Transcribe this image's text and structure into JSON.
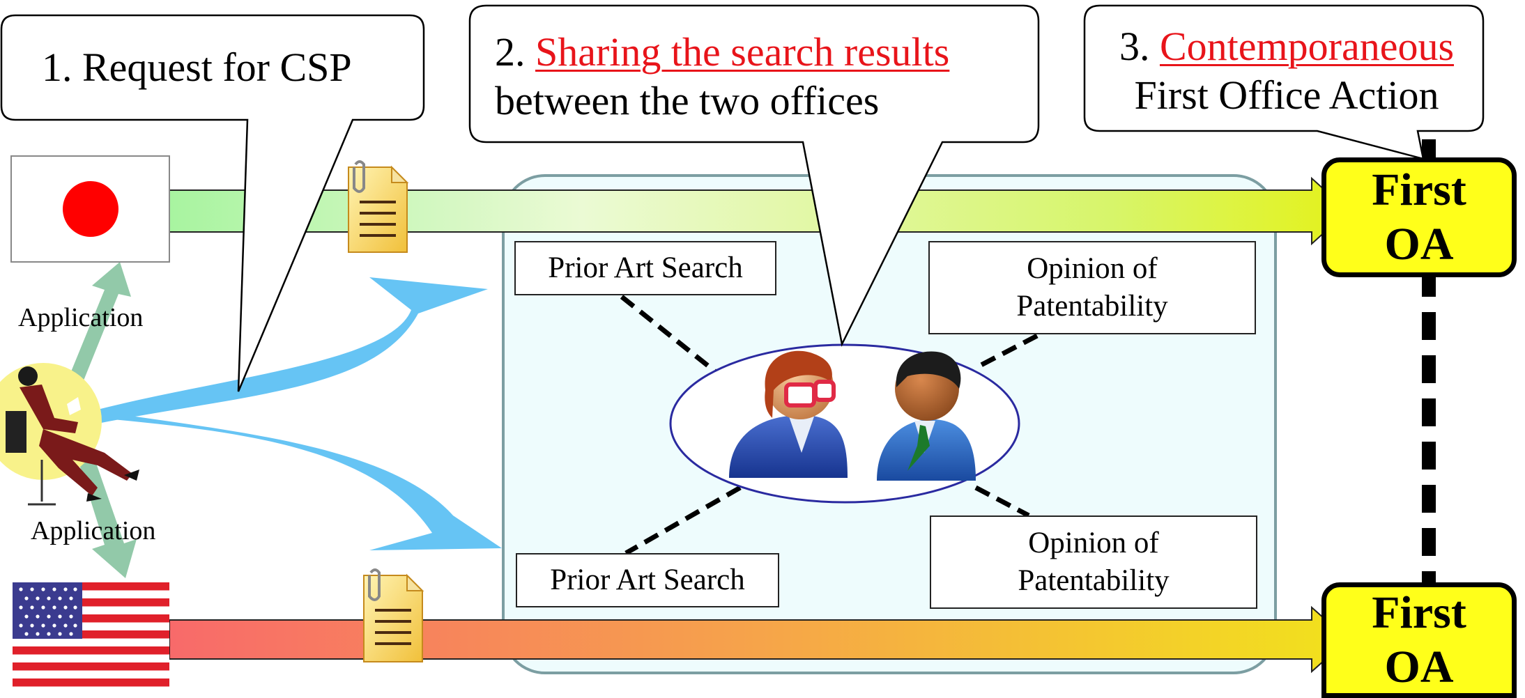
{
  "callouts": {
    "request": {
      "text": "1. Request for CSP"
    },
    "sharing": {
      "prefix": "2. ",
      "highlight": "Sharing the search results",
      "line2": "between the two offices"
    },
    "contemporaneous": {
      "prefix": "3. ",
      "highlight": "Contemporaneous",
      "line2": "First Office Action"
    }
  },
  "boxes": {
    "search_jp": "Prior Art Search",
    "search_us": "Prior Art Search",
    "opinion_jp": [
      "Opinion of",
      "Patentability"
    ],
    "opinion_us": [
      "Opinion of",
      "Patentability"
    ]
  },
  "first_oa": {
    "jp": [
      "First",
      "OA"
    ],
    "us": [
      "First",
      "OA"
    ]
  },
  "application_labels": {
    "upper": "Application",
    "lower": "Application"
  },
  "colors": {
    "highlight": "#e8141a",
    "oa_fill": "#ffff1a",
    "jp_sun": "#ff0000",
    "us_red": "#e0202a",
    "us_blue": "#3b3b8f",
    "share_arrow": "#66c4f4",
    "app_arrow": "#7fbf9a",
    "exam_panel": "#eefcfd"
  }
}
